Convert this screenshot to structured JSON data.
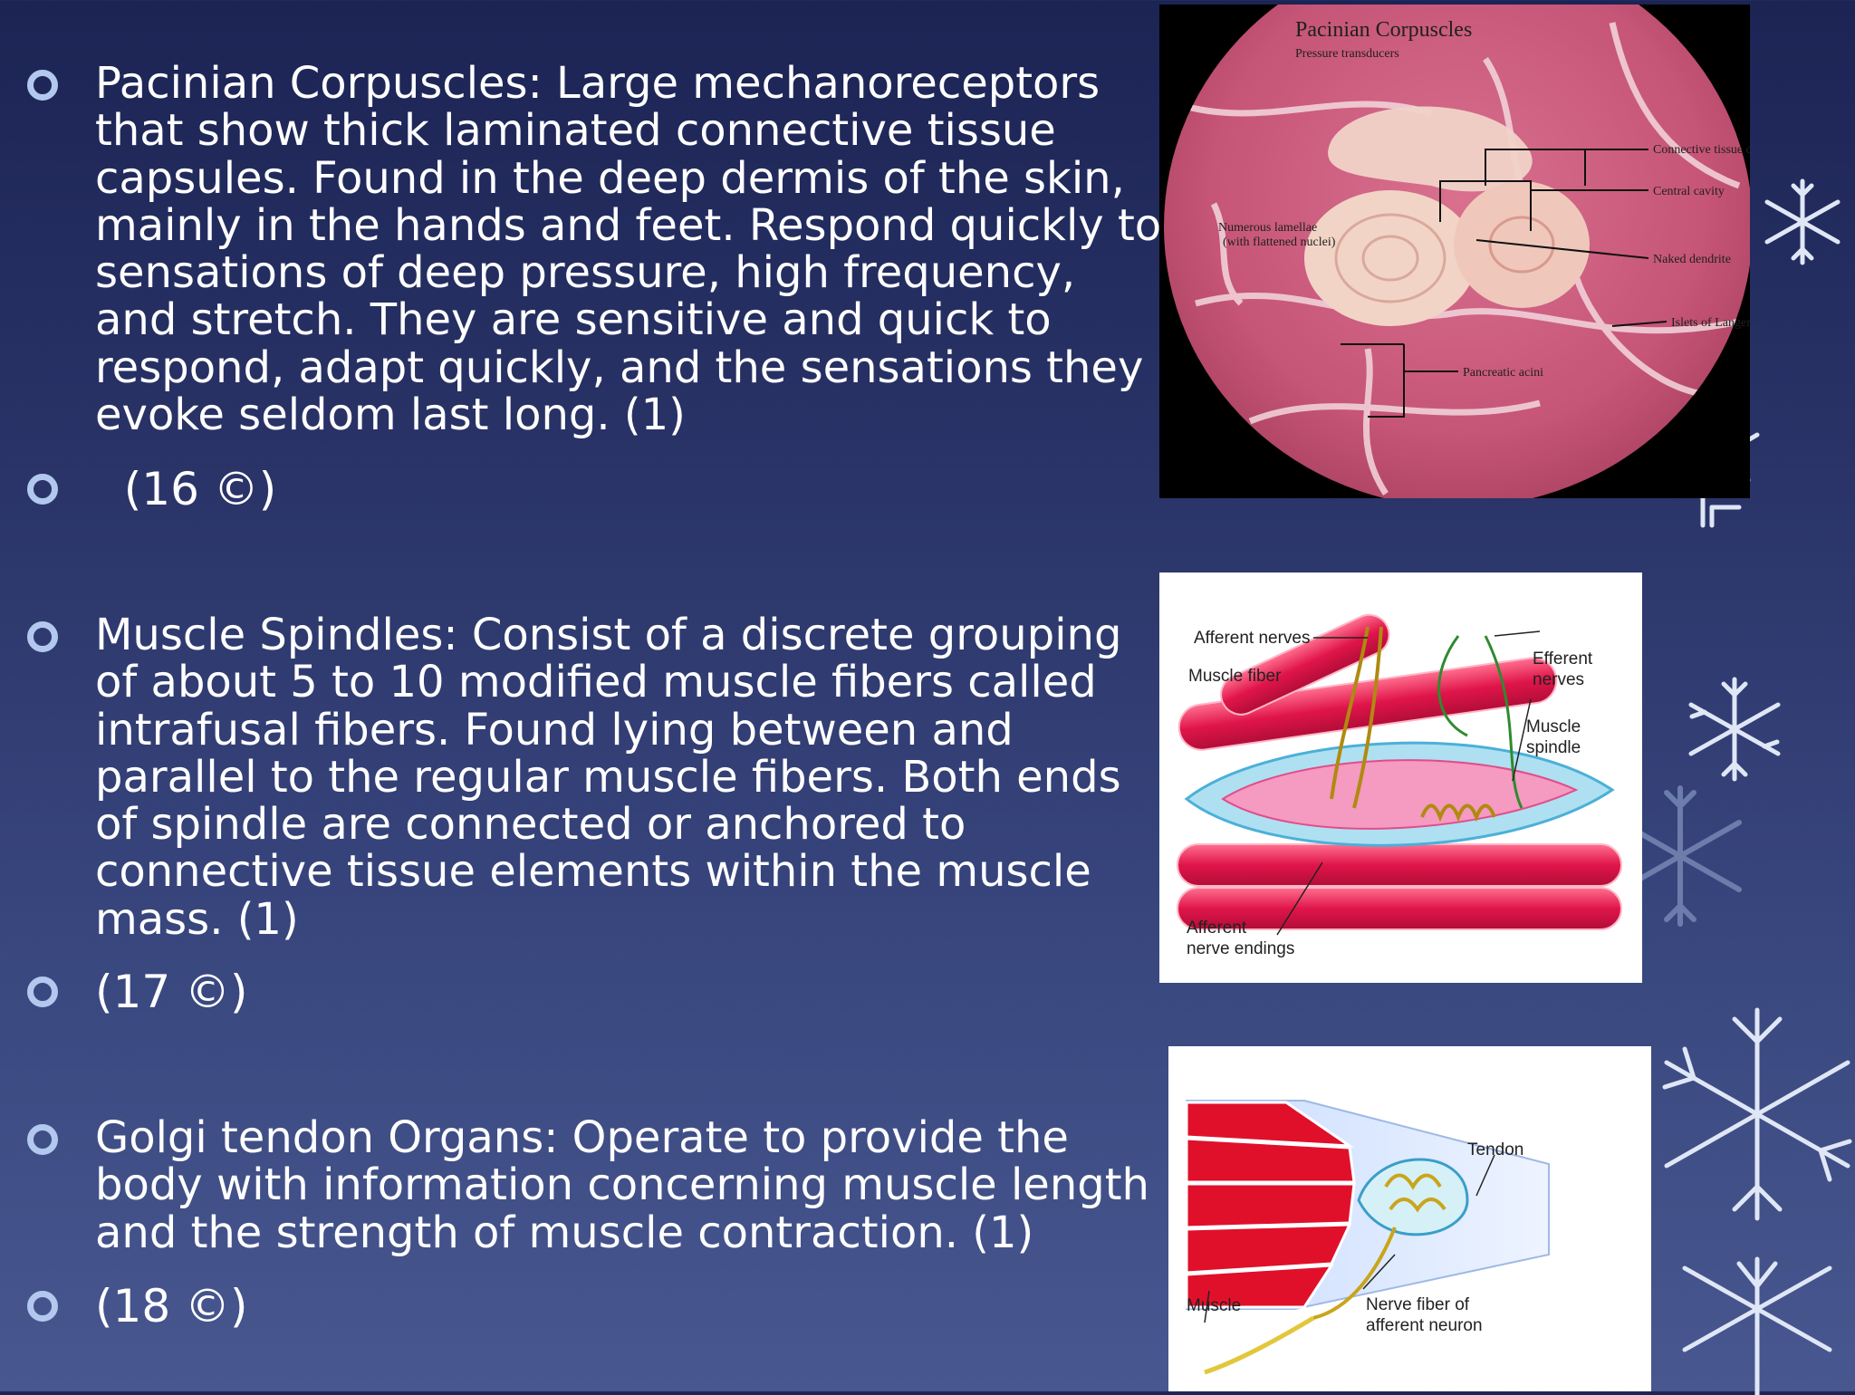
{
  "sections": [
    {
      "text": "Pacinian Corpuscles: Large mechanoreceptors that show thick laminated connective tissue capsules. Found in the deep dermis of the skin, mainly in the hands and feet. Respond quickly to sensations of deep pressure, high frequency, and stretch. They are sensitive and quick to respond, adapt quickly, and the sensations they evoke seldom last long. (1)",
      "ref": "  (16 ©)"
    },
    {
      "text": "Muscle Spindles: Consist of a discrete grouping of about 5 to 10 modified muscle fibers called intrafusal fibers. Found lying between and parallel to the regular muscle fibers. Both ends of spindle are connected or anchored to connective tissue elements within the muscle mass. (1)",
      "ref": "(17 ©)"
    },
    {
      "text": "Golgi tendon Organs: Operate to provide the body with information concerning muscle length and the strength of muscle contraction.  (1)",
      "ref": "(18 ©)"
    }
  ],
  "figures": {
    "pacinian": {
      "title": "Pacinian Corpuscles",
      "subtitle": "Pressure transducers",
      "labels": {
        "capsule": "Connective tissue capsule",
        "cavity": "Central cavity",
        "lamellae_1": "Numerous lamellae",
        "lamellae_2": "(with flattened nuclei)",
        "dendrite": "Naked dendrite",
        "islets": "Islets of Langerhans",
        "acini": "Pancreatic acini"
      }
    },
    "spindle": {
      "labels": {
        "afferent_nerves": "Afferent nerves",
        "muscle_fiber": "Muscle fiber",
        "efferent_1": "Efferent",
        "efferent_2": "nerves",
        "spindle_1": "Muscle",
        "spindle_2": "spindle",
        "endings_1": "Afferent",
        "endings_2": "nerve endings"
      }
    },
    "golgi": {
      "labels": {
        "tendon": "Tendon",
        "muscle": "Muscle",
        "nerve_1": "Nerve fiber of",
        "nerve_2": "afferent neuron"
      }
    }
  }
}
